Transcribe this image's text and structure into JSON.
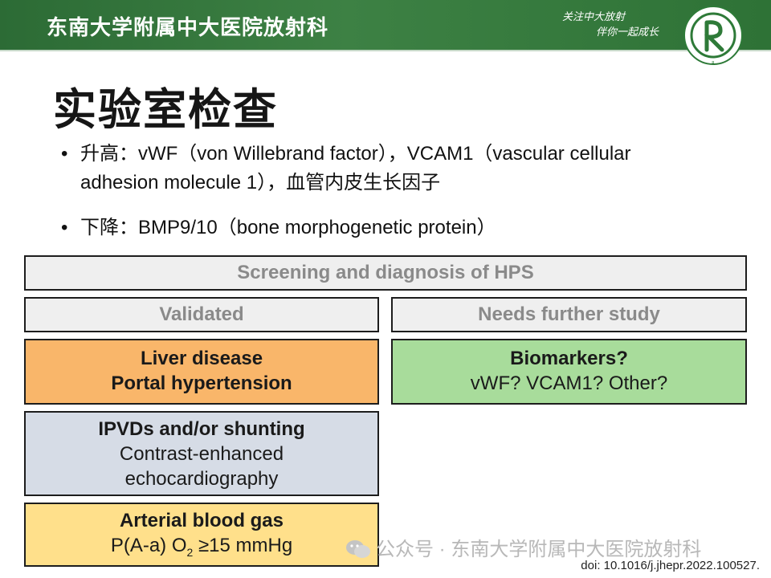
{
  "header": {
    "title": "东南大学附属中大医院放射科",
    "slogan_line1": "关注中大放射",
    "slogan_line2": "伴你一起成长",
    "logo_icon": "hospital-logo-icon",
    "logo_letter": "R"
  },
  "slide": {
    "title": "实验室检查",
    "bullets": [
      {
        "text_line1": "升高：vWF（von Willebrand factor），VCAM1（vascular cellular",
        "text_line2": "adhesion molecule 1），血管内皮生长因子"
      },
      {
        "text_line1": "下降：BMP9/10（bone morphogenetic protein）"
      }
    ]
  },
  "diagram": {
    "top": "Screening and diagnosis of HPS",
    "left_header": "Validated",
    "right_header": "Needs further study",
    "liver": {
      "line1": "Liver disease",
      "line2": "Portal hypertension"
    },
    "biomarkers": {
      "line1": "Biomarkers?",
      "line2": "vWF? VCAM1? Other?"
    },
    "ipvd": {
      "line1": "IPVDs and/or shunting",
      "line2": "Contrast-enhanced",
      "line3": "echocardiography"
    },
    "abg": {
      "line1": "Arterial blood gas",
      "line2_prefix": "P(A-a) O",
      "line2_sub": "2",
      "line2_suffix": " ≥15 mmHg"
    }
  },
  "footer": {
    "watermark": "公众号 · 东南大学附属中大医院放射科",
    "watermark_icon": "wechat-icon",
    "doi": "doi: 10.1016/j.jhepr.2022.100527."
  },
  "colors": {
    "header_green": "#3d8144",
    "orange": "#f9b66a",
    "green": "#a8dc9b",
    "blue_gray": "#d6dce6",
    "yellow": "#ffe08b"
  }
}
